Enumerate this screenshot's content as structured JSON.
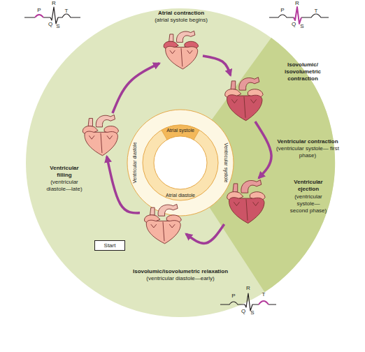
{
  "diagram": {
    "nodes": [
      {
        "text": [
          "Atrial contraction",
          "(atrial systole begins)"
        ]
      },
      {
        "text": [
          "Isovolumic/ isovolumetric contraction",
          "Ventricular contraction",
          "(ventricular systole— first phase)"
        ]
      },
      {
        "text": [
          "Ventricular filling",
          "(ventricular diastole—late)"
        ]
      },
      {
        "text": [
          "Ventricular ejection",
          "(ventricular systole— second phase)"
        ]
      },
      {
        "text": [
          "Start"
        ]
      },
      {
        "text": [
          "Isovolumic/isovolumetric relaxation",
          "(ventricular diastole—early)"
        ]
      }
    ],
    "edges": [
      {
        "from": 0,
        "to": 1,
        "arrow": "to"
      },
      {
        "from": 1,
        "to": 3,
        "arrow": "to"
      },
      {
        "from": 3,
        "to": 5,
        "arrow": "to"
      },
      {
        "from": 5,
        "to": 2,
        "arrow": "to"
      },
      {
        "from": 2,
        "to": 0,
        "arrow": "to"
      }
    ],
    "labels": [
      "R",
      "P",
      "T",
      "Q",
      "S",
      "R",
      "P",
      "T",
      "Q",
      "S",
      "Atrial systole",
      "Ventricular diastole",
      "Ventricular systole",
      "Atrial diastole",
      "R",
      "P",
      "T",
      "Q",
      "S"
    ]
  }
}
